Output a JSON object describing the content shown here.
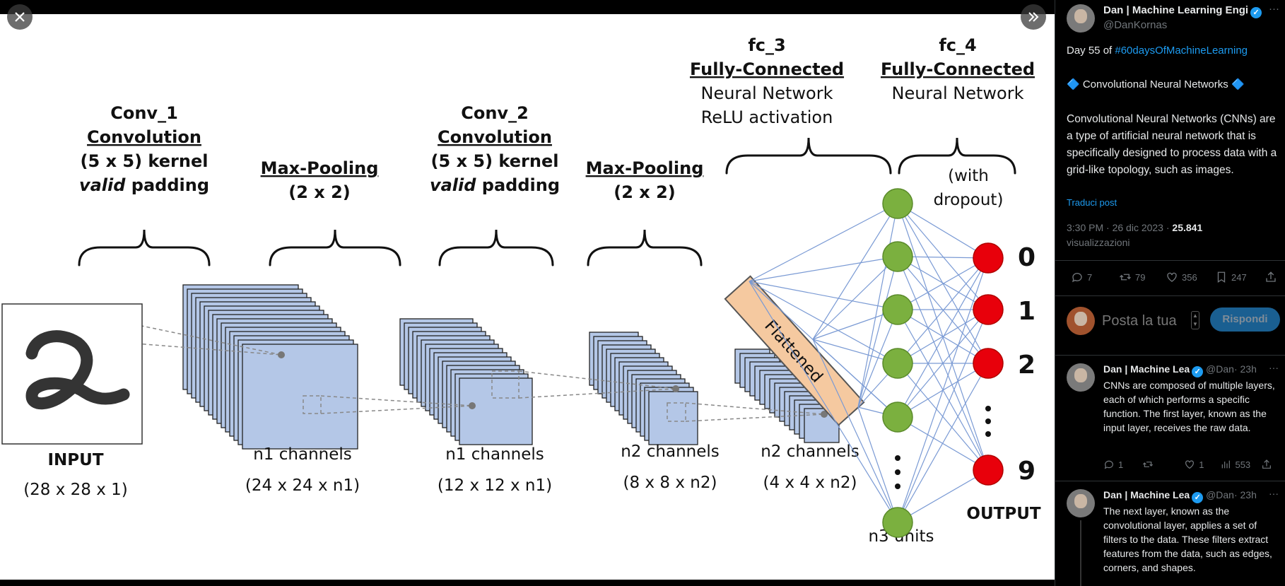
{
  "viewer": {
    "close_icon": "close-icon",
    "expand_icon": "chevrons-right-icon"
  },
  "figure": {
    "input_label": "INPUT",
    "input_dim": "(28 x 28 x 1)",
    "conv1": {
      "title": "Conv_1",
      "sub": "Convolution",
      "kernel": "(5 x 5) kernel",
      "pad_italic": "valid",
      "pad_rest": " padding"
    },
    "pool1": {
      "title": "Max-Pooling",
      "size": "(2 x 2)"
    },
    "conv2": {
      "title": "Conv_2",
      "sub": "Convolution",
      "kernel": "(5 x 5) kernel",
      "pad_italic": "valid",
      "pad_rest": " padding"
    },
    "pool2": {
      "title": "Max-Pooling",
      "size": "(2 x 2)"
    },
    "fc3": {
      "title": "fc_3",
      "sub": "Fully-Connected",
      "line1": "Neural Network",
      "line2": "ReLU activation"
    },
    "fc4": {
      "title": "fc_4",
      "sub": "Fully-Connected",
      "line1": "Neural Network"
    },
    "dropout1": "(with",
    "dropout2": "dropout)",
    "flattened": "Flattened",
    "layers": [
      {
        "ch": "n1 channels",
        "dim": "(24 x 24 x n1)"
      },
      {
        "ch": "n1 channels",
        "dim": "(12 x 12 x n1)"
      },
      {
        "ch": "n2 channels",
        "dim": "(8 x 8 x n2)"
      },
      {
        "ch": "n2 channels",
        "dim": "(4 x 4 x n2)"
      }
    ],
    "n3_units": "n3 units",
    "outputs": [
      "0",
      "1",
      "2",
      "9"
    ],
    "output_label": "OUTPUT"
  },
  "post": {
    "author": "Dan | Machine Learning Engi",
    "handle": "@DanKornas",
    "more": "···",
    "text_prefix": "Day 55 of ",
    "hashtag": "#60daysOfMachineLearning",
    "heading": "🔷 Convolutional Neural Networks 🔷",
    "body": "Convolutional Neural Networks (CNNs) are a type of artificial neural network that is specifically designed to process data with a grid-like topology, such as images.",
    "translate": "Traduci post",
    "timestamp": "3:30 PM · 26 dic 2023 · ",
    "views_count": "25.841",
    "views_label": "visualizzazioni",
    "replies": "7",
    "reposts": "79",
    "likes": "356",
    "bookmarks": "247"
  },
  "composer": {
    "placeholder": "Posta la tua",
    "reply_button": "Rispondi"
  },
  "replies": [
    {
      "author": "Dan | Machine Lea",
      "handle": "@Dan",
      "time": "· 23h",
      "text": "CNNs are composed of multiple layers, each of which performs a specific function. The first layer, known as the input layer, receives the raw data.",
      "replies": "1",
      "reposts": "",
      "likes": "1",
      "views": "553"
    },
    {
      "author": "Dan | Machine Lea",
      "handle": "@Dan",
      "time": "· 23h",
      "text": "The next layer, known as the convolutional layer, applies a set of filters to the data. These filters extract features from the data, such as edges, corners, and shapes."
    }
  ]
}
